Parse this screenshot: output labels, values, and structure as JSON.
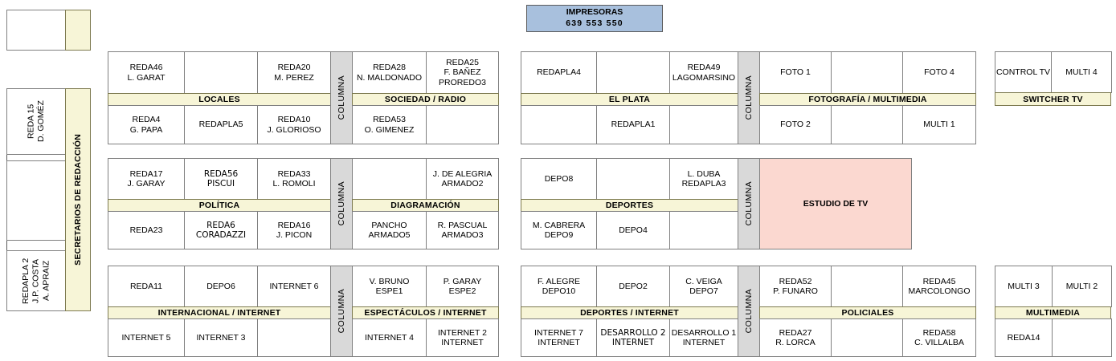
{
  "printers": {
    "title": "IMPRESORAS",
    "numbers": "639  553  550",
    "color": "#a8c0dd"
  },
  "sidebar": {
    "label": "SECRETARIOS DE REDACCIÓN",
    "top_box_empty": "",
    "cells": [
      {
        "name": "reda15",
        "text": "REDA 15\nD. GOMÉZ"
      },
      {
        "name": "middle-empty",
        "text": ""
      },
      {
        "name": "redapla2",
        "text": "REDAPLA 2\nJ.P. COSTA\nA. APRAIZ"
      }
    ]
  },
  "colors": {
    "band": "#f7f5d7",
    "columna": "#d9d9d9",
    "studio": "#fbd8d0",
    "border": "#808080"
  },
  "columna_label": "COLUMNA",
  "blocks": {
    "locales": {
      "band": "LOCALES",
      "top": [
        "REDA46\nL. GARAT",
        "",
        "REDA20\nM. PEREZ"
      ],
      "bottom": [
        "REDA4\nG. PAPA",
        "REDAPLA5",
        "REDA10\nJ. GLORIOSO"
      ]
    },
    "sociedad_radio": {
      "band": "SOCIEDAD / RADIO",
      "top": [
        "REDA28\nN. MALDONADO",
        "REDA25\nF. BAÑEZ\nPROREDO3"
      ],
      "bottom": [
        "REDA53\nO. GIMENEZ",
        ""
      ]
    },
    "el_plata": {
      "band": "EL PLATA",
      "top": [
        "REDAPLA4",
        "",
        "REDA49\nLAGOMARSINO"
      ],
      "bottom": [
        "",
        "REDAPLA1",
        ""
      ]
    },
    "fotografia_multimedia": {
      "band": "FOTOGRAFÍA / MULTIMEDIA",
      "top": [
        "FOTO 1",
        "",
        "FOTO 4"
      ],
      "bottom": [
        "FOTO 2",
        "",
        "MULTI 1"
      ]
    },
    "switcher_tv": {
      "band": "SWITCHER TV",
      "top": [
        "CONTROL TV",
        "MULTI 4"
      ],
      "bottom": []
    },
    "politica": {
      "band": "POLÍTICA",
      "top": [
        "REDA17\nJ. GARAY",
        "REDA56\nPISCUI",
        "REDA33\nL. ROMOLI"
      ],
      "bottom": [
        "REDA23",
        "REDA6\nCORADAZZI",
        "REDA16\nJ. PICON"
      ]
    },
    "diagramacion": {
      "band": "DIAGRAMACIÓN",
      "top": [
        "",
        "J. DE ALEGRIA\nARMADO2"
      ],
      "bottom": [
        "PANCHO\nARMADO5",
        "R. PASCUAL\nARMADO3"
      ]
    },
    "deportes": {
      "band": "DEPORTES",
      "top": [
        "DEPO8",
        "",
        "L. DUBA\nREDAPLA3"
      ],
      "bottom": [
        "M. CABRERA\nDEPO9",
        "DEPO4",
        ""
      ]
    },
    "estudio_tv": {
      "label": "ESTUDIO DE TV"
    },
    "internacional_internet": {
      "band": "INTERNACIONAL / INTERNET",
      "top": [
        "REDA11",
        "DEPO6",
        "INTERNET 6"
      ],
      "bottom": [
        "INTERNET 5",
        "INTERNET 3",
        ""
      ]
    },
    "espectaculos_internet": {
      "band": "ESPECTÁCULOS / INTERNET",
      "top": [
        "V. BRUNO\nESPE1",
        "P. GARAY\nESPE2"
      ],
      "bottom": [
        "INTERNET 4",
        "INTERNET 2\nINTERNET"
      ]
    },
    "deportes_internet": {
      "band": "DEPORTES / INTERNET",
      "top": [
        "F. ALEGRE\nDEPO10",
        "DEPO2",
        "C. VEIGA\nDEPO7"
      ],
      "bottom": [
        "INTERNET 7\nINTERNET",
        "DESARROLLO 2\nINTERNET",
        "DESARROLLO 1\nINTERNET"
      ]
    },
    "policiales": {
      "band": "POLICIALES",
      "top": [
        "REDA52\nP. FUNARO",
        "",
        "REDA45\nMARCOLONGO"
      ],
      "bottom": [
        "REDA27\nR. LORCA",
        "",
        "REDA58\nC. VILLALBA"
      ]
    },
    "multimedia": {
      "band": "MULTIMEDIA",
      "top": [
        "MULTI 3",
        "MULTI 2"
      ],
      "bottom": [
        "REDA14",
        ""
      ]
    }
  }
}
